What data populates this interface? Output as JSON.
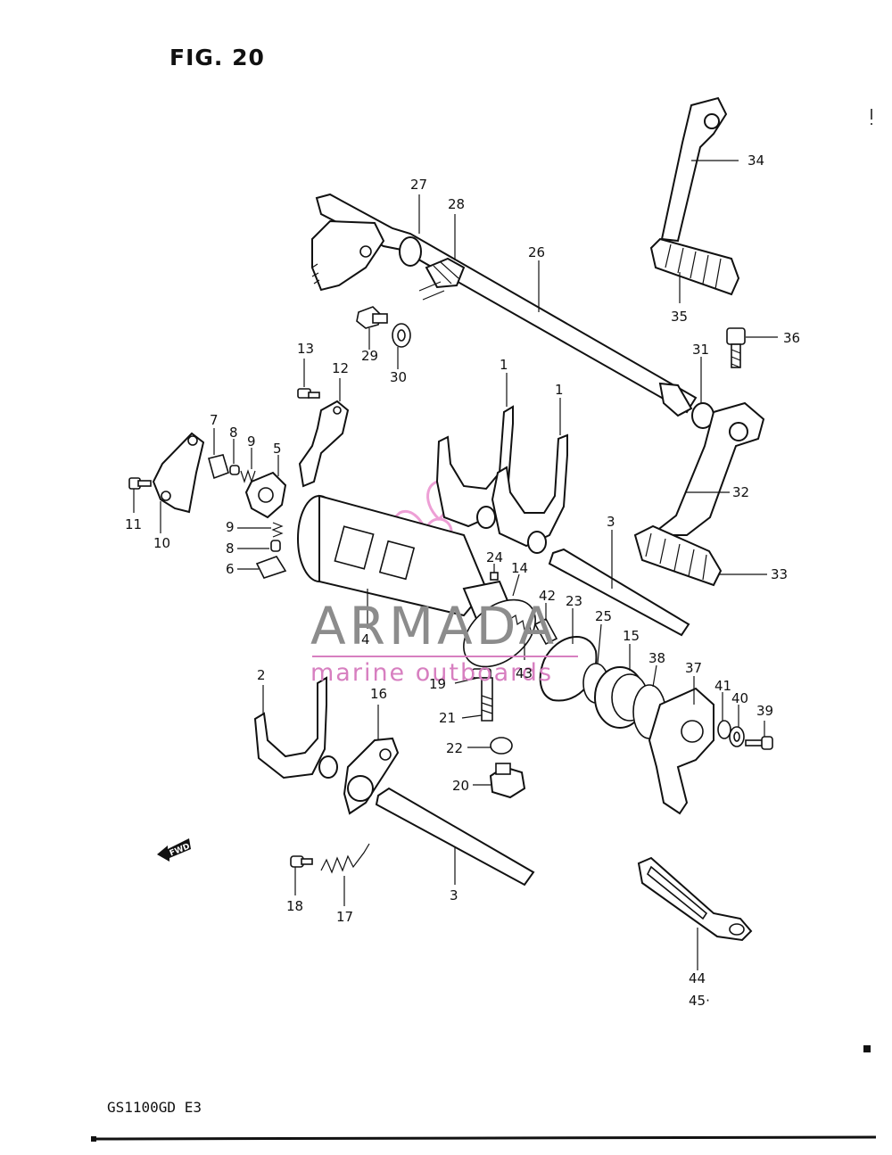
{
  "figure_title": "FIG. 20",
  "model_code": "GS1100GD E3",
  "watermark": {
    "brand": "ARMADA",
    "subtitle": "marine outboards",
    "brand_color": "#8c8c8c",
    "accent_color": "#d77fc0"
  },
  "direction_marker": {
    "label": "FWD",
    "icon": "arrow-left-icon"
  },
  "callouts": {
    "c34": "34",
    "c27": "27",
    "c28": "28",
    "c26": "26",
    "c35": "35",
    "c36": "36",
    "c31": "31",
    "c13": "13",
    "c12": "12",
    "c29": "29",
    "c30": "30",
    "c1a": "1",
    "c1b": "1",
    "c7": "7",
    "c8a": "8",
    "c9a": "9",
    "c5": "5",
    "c11": "11",
    "c10": "10",
    "c9b": "9",
    "c8b": "8",
    "c6": "6",
    "c32": "32",
    "c3a": "3",
    "c33": "33",
    "c24": "24",
    "c14": "14",
    "c42": "42",
    "c23": "23",
    "c25": "25",
    "c15": "15",
    "c4": "4",
    "c43": "43",
    "c38": "38",
    "c37": "37",
    "c41": "41",
    "c40": "40",
    "c39": "39",
    "c2": "2",
    "c16": "16",
    "c19": "19",
    "c21": "21",
    "c22": "22",
    "c20": "20",
    "c3b": "3",
    "c18": "18",
    "c17": "17",
    "c44": "44",
    "c45": "45·"
  }
}
